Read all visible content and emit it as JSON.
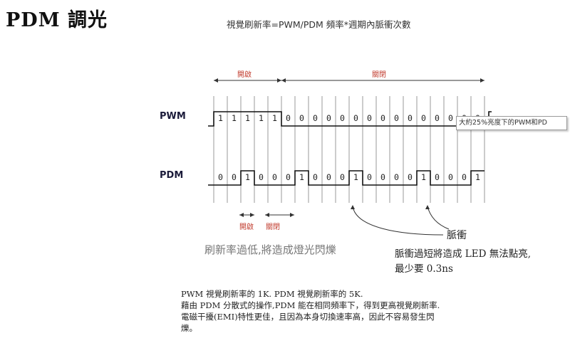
{
  "title": "PDM 調光",
  "formula": "視覺刷新率=PWM/PDM 頻率*週期內脈衝次數",
  "top_labels": {
    "on": "開啟",
    "off": "關閉"
  },
  "pwm": {
    "label": "PWM",
    "bits": [
      "1",
      "1",
      "1",
      "1",
      "1",
      "0",
      "0",
      "0",
      "0",
      "0",
      "0",
      "0",
      "0",
      "0",
      "0",
      "0",
      "0",
      "0",
      "0",
      "0"
    ]
  },
  "pdm": {
    "label": "PDM",
    "bits": [
      "0",
      "0",
      "1",
      "0",
      "0",
      "0",
      "1",
      "0",
      "0",
      "0",
      "1",
      "0",
      "0",
      "0",
      "0",
      "1",
      "0",
      "0",
      "0",
      "1"
    ]
  },
  "tooltip": "大約25%亮度下的PWM和PD",
  "bottom_labels": {
    "on": "開啟",
    "off": "關閉"
  },
  "note_flicker": "刷新率過低,將造成燈光閃爍",
  "pulse_label": "脈衝",
  "pulse_note": {
    "line1": "脈衝過短將造成 LED 無法點亮,",
    "line2": "最少要 0.3ns"
  },
  "paragraph": {
    "line1": "PWM 視覺刷新率的 1K. PDM 視覺刷新率的 5K.",
    "line2": "藉由 PDM 分散式的操作,PDM 能在相同頻率下，得到更高視覺刷新率.",
    "line3": "電磁干擾(EMI)特性更佳，且因為本身切換速率高，因此不容易發生閃",
    "line4": "爍。"
  }
}
